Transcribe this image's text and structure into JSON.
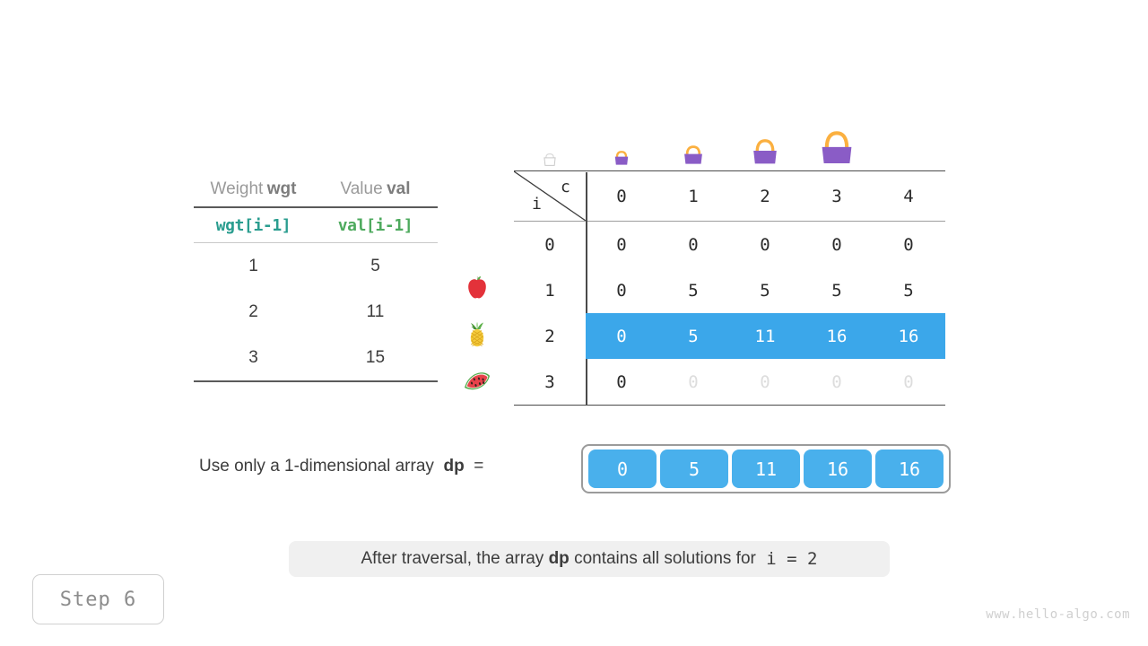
{
  "weight_value_table": {
    "headers": [
      {
        "light": "Weight",
        "bold": "wgt"
      },
      {
        "light": "Value",
        "bold": "val"
      }
    ],
    "subheaders": [
      "wgt[i-1]",
      "val[i-1]"
    ],
    "rows": [
      {
        "wgt": "1",
        "val": "5",
        "fruit": "apple-icon"
      },
      {
        "wgt": "2",
        "val": "11",
        "fruit": "pineapple-icon"
      },
      {
        "wgt": "3",
        "val": "15",
        "fruit": "watermelon-icon"
      }
    ]
  },
  "dp_table": {
    "row_axis_label": "i",
    "col_axis_label": "c",
    "column_headers": [
      "0",
      "1",
      "2",
      "3",
      "4"
    ],
    "bags": [
      "bag-empty-icon",
      "bag-size1-icon",
      "bag-size2-icon",
      "bag-size3-icon",
      "bag-size4-icon"
    ],
    "rows": [
      {
        "label": "0",
        "values": [
          "0",
          "0",
          "0",
          "0",
          "0"
        ],
        "highlighted": false,
        "dim_from": 5
      },
      {
        "label": "1",
        "values": [
          "0",
          "5",
          "5",
          "5",
          "5"
        ],
        "highlighted": false,
        "dim_from": 5
      },
      {
        "label": "2",
        "values": [
          "0",
          "5",
          "11",
          "16",
          "16"
        ],
        "highlighted": true,
        "dim_from": 5
      },
      {
        "label": "3",
        "values": [
          "0",
          "0",
          "0",
          "0",
          "0"
        ],
        "highlighted": false,
        "dim_from": 1
      }
    ],
    "highlight_color": "#3ba7ea",
    "dim_color": "#dddddd"
  },
  "dp_array": {
    "label_prefix": "Use only a 1-dimensional array",
    "label_var": "dp",
    "label_equals": "=",
    "values": [
      "0",
      "5",
      "11",
      "16",
      "16"
    ],
    "cell_color": "#49b0ec"
  },
  "caption": {
    "prefix": "After traversal, the array",
    "var": "dp",
    "suffix": "contains all solutions for",
    "condition": "i = 2"
  },
  "step_badge": "Step 6",
  "watermark": "www.hello-algo.com"
}
